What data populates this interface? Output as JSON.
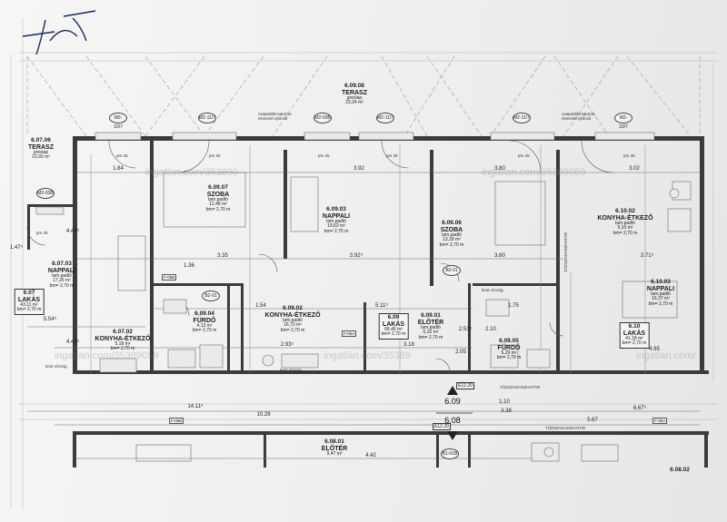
{
  "plan": {
    "rooms": [
      {
        "code": "6.09.08",
        "name": "TERASZ",
        "floor": "greslap",
        "area": "23,24 m²"
      },
      {
        "code": "6.07.06",
        "name": "TERASZ",
        "floor": "greslap",
        "area": "10,93 m²"
      },
      {
        "code": "6.09.07",
        "name": "SZOBA",
        "floor": "lam.padló",
        "area": "12,48 m²",
        "height": "bm= 2,70 m"
      },
      {
        "code": "6.09.03",
        "name": "NAPPALI",
        "floor": "lam.padló",
        "area": "19,63 m²",
        "height": "bm= 2,70 m"
      },
      {
        "code": "6.09.06",
        "name": "SZOBA",
        "floor": "lam.padló",
        "area": "13,18 m²",
        "height": "bm= 2,70 m"
      },
      {
        "code": "6.10.02",
        "name": "KONYHA-ÉTKEZŐ",
        "floor": "lam.padló",
        "area": "5,10 m²",
        "height": "bm= 2,70 m"
      },
      {
        "code": "6.07.03",
        "name": "NAPPALI",
        "floor": "lam.padló",
        "area": "17,26 m²",
        "height": "bm= 2,70 m"
      },
      {
        "code": "6.10.03",
        "name": "NAPPALI",
        "floor": "lam.padló",
        "area": "16,37 m²",
        "height": "bm= 2,70 m"
      },
      {
        "code": "6.09.04",
        "name": "FÜRDŐ",
        "floor": "",
        "area": "4,13 m²",
        "height": "bm= 2,70 m"
      },
      {
        "code": "6.09.02",
        "name": "KONYHA-ÉTKEZŐ",
        "floor": "lam.padló",
        "area": "16,73 m²",
        "height": "bm= 2,70 m"
      },
      {
        "code": "6.09.01",
        "name": "ELŐTÉR",
        "floor": "lam.padló",
        "area": "5,32 m²",
        "height": "bm= 2,70 m"
      },
      {
        "code": "6.09.05",
        "name": "FÜRDŐ",
        "floor": "",
        "area": "5,29 m²",
        "height": "bm= 2,70 m"
      },
      {
        "code": "6.07.02",
        "name": "KONYHA-ÉTKEZŐ",
        "floor": "",
        "area": "5,18 m²",
        "height": "bm= 2,70 m"
      },
      {
        "code": "6.08.01",
        "name": "ELŐTÉR",
        "floor": "",
        "area": "9,47 m²",
        "height": ""
      }
    ],
    "apartments": [
      {
        "code": "6.07",
        "name": "LAKÁS",
        "area": "43,11 m²",
        "height": "bm= 2,70 m"
      },
      {
        "code": "6.09",
        "name": "LAKÁS",
        "area": "68,45 m²",
        "height": "bm= 2,70 m"
      },
      {
        "code": "6.10",
        "name": "LAKÁS",
        "area": "41,18 m²",
        "height": "bm= 2,70 m"
      }
    ],
    "stair_marker": {
      "upper": "6.09",
      "lower": "6.08"
    },
    "neighbor": "6.08.02",
    "signature": "JnF",
    "watermark": "ingatlan.com/35389059",
    "watermark_short": "ingatlan.com/",
    "watermark_partial": "ingatlan.com/353890",
    "watermark_partial2": "ingatlan.com/35389",
    "notes": {
      "drain": "csapadékcsatorna\nelvezető ejtőcső",
      "vizszig": "kent vízszig.",
      "tuzszak": "TŰZSZAKASZHATÁR"
    },
    "window_tags": [
      "M2-10/7",
      "M2-11/7",
      "M2-03B",
      "M2-11/7",
      "M2-11/7",
      "M2-10/7",
      "M2-03B"
    ],
    "door_tags": [
      "B2-01",
      "B2-01",
      "B1-01B",
      "F-05B",
      "F-05A",
      "F-05A",
      "F-05B"
    ],
    "dims": {
      "d184": "1.84",
      "d392": "3.92",
      "d380": "3.80",
      "d302": "3.02",
      "d335": "3.35",
      "d392b": "3.92⁵",
      "d360": "3.60",
      "d371": "3.71⁵",
      "d444": "4.44⁵",
      "d554": "5.54⁵",
      "d136": "1.36",
      "d154": "1.54",
      "d293": "2.93⁵",
      "d318": "3.18",
      "d511": "5.11⁵",
      "d175": "1.75",
      "d495": "4.95",
      "d1411": "14.11⁵",
      "d1029": "10.29",
      "d567": "5.67",
      "d667": "6.67⁵",
      "d442": "4.42",
      "d205": "2.05",
      "d251": "2.51⁵",
      "d147": "1.47⁵",
      "d210": "2.10",
      "d110": "1.10",
      "d338": "3.38"
    },
    "pm_labels": [
      "pm 25",
      "pm 25",
      "pm 25",
      "pm 25",
      "pm 25",
      "pm 25",
      "pm 25"
    ],
    "elev": [
      "E12.20",
      "E12.20"
    ]
  }
}
